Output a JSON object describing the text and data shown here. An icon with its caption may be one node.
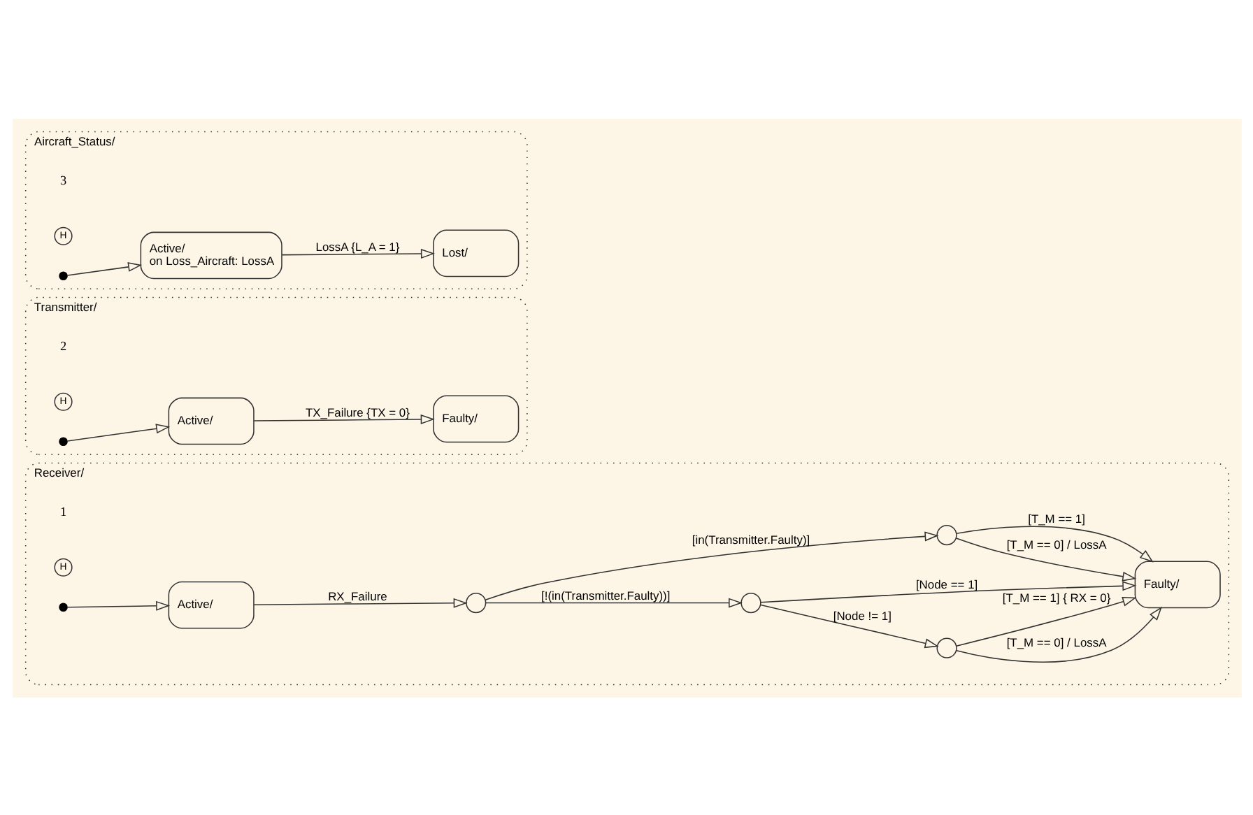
{
  "diagram": {
    "nodes": [
      {
        "text": [
          "Receiver/"
        ]
      },
      {
        "text": [
          "H"
        ],
        "in": 0
      },
      {
        "text": [],
        "shape": "dot",
        "in": 0
      },
      {
        "text": [
          "Active/"
        ],
        "in": 0
      },
      {
        "text": [],
        "shape": "circle",
        "in": 0
      },
      {
        "text": [],
        "shape": "circle",
        "in": 0
      },
      {
        "text": [],
        "shape": "circle",
        "in": 0
      },
      {
        "text": [],
        "shape": "circle",
        "in": 0
      },
      {
        "text": [
          "Faulty/"
        ],
        "in": 0
      },
      {
        "text": [
          "Transmitter/"
        ]
      },
      {
        "text": [
          "H"
        ],
        "in": 9
      },
      {
        "text": [],
        "shape": "dot",
        "in": 9
      },
      {
        "text": [
          "Active/"
        ],
        "in": 9
      },
      {
        "text": [
          "Faulty/"
        ],
        "in": 9
      },
      {
        "text": [
          "Aircraft_Status/"
        ]
      },
      {
        "text": [
          "H"
        ],
        "in": 14
      },
      {
        "text": [],
        "shape": "dot",
        "in": 14
      },
      {
        "text": [
          "Active/",
          "on Loss_Aircraft: LossA"
        ],
        "in": 14
      },
      {
        "text": [
          "Lost/"
        ],
        "in": 14
      }
    ],
    "edges": [
      {
        "from": 2,
        "to": 3,
        "arrow": "to"
      },
      {
        "from": 3,
        "to": 4,
        "arrow": "to",
        "label": "RX_Failure"
      },
      {
        "from": 4,
        "to": 5,
        "arrow": "to",
        "label": "[!(in(Transmitter.Faulty))]"
      },
      {
        "from": 4,
        "to": 7,
        "arrow": "to",
        "label": "[in(Transmitter.Faulty)]"
      },
      {
        "from": 5,
        "to": 6,
        "arrow": "to",
        "label": "[Node != 1]"
      },
      {
        "from": 5,
        "to": 8,
        "arrow": "to",
        "label": "[Node == 1]"
      },
      {
        "from": 6,
        "to": 8,
        "arrow": "to",
        "label": "[T_M == 0] / LossA"
      },
      {
        "from": 6,
        "to": 8,
        "arrow": "to",
        "label": "[T_M == 1] { RX = 0}"
      },
      {
        "from": 7,
        "to": 8,
        "arrow": "to",
        "label": "[T_M == 0] / LossA"
      },
      {
        "from": 7,
        "to": 8,
        "arrow": "to",
        "label": "[T_M == 1]"
      },
      {
        "from": 11,
        "to": 12,
        "arrow": "to"
      },
      {
        "from": 12,
        "to": 13,
        "arrow": "to",
        "label": "TX_Failure {TX = 0}"
      },
      {
        "from": 16,
        "to": 17,
        "arrow": "to"
      },
      {
        "from": 17,
        "to": 18,
        "arrow": "to",
        "label": "LossA {L_A = 1}"
      }
    ],
    "labels": [
      "1",
      "2",
      "3"
    ]
  }
}
